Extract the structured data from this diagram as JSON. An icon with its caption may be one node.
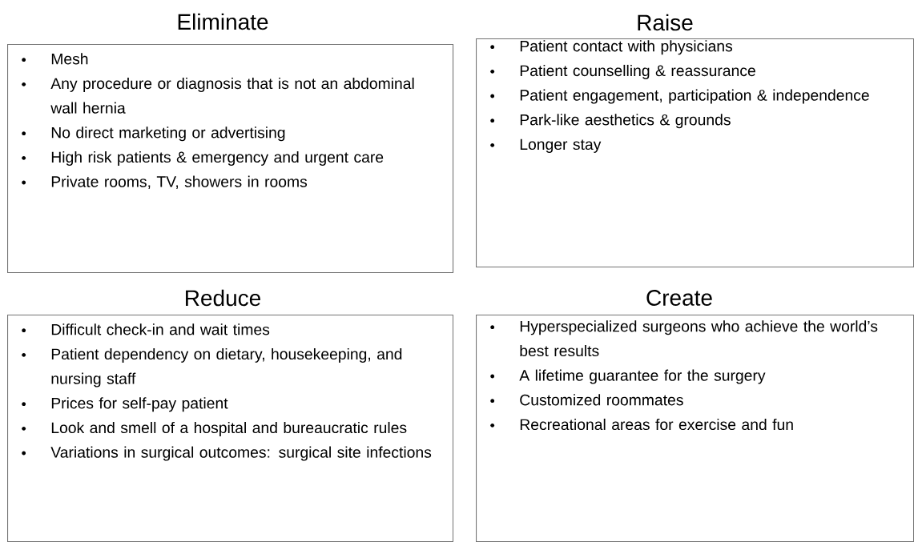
{
  "diagram": {
    "nodes": [
      {
        "text": [
          "Eliminate",
          "Mesh",
          "Any procedure or diagnosis that is not an abdominal wall hernia",
          "No direct marketing or advertising",
          "High risk patients & emergency and urgent care",
          "Private rooms, TV, showers in rooms"
        ]
      },
      {
        "text": [
          "Raise",
          "Patient contact with physicians",
          "Patient counselling & reassurance",
          "Patient engagement, participation & independence",
          "Park-like aesthetics & grounds",
          "Longer stay"
        ]
      },
      {
        "text": [
          "Reduce",
          "Difficult check-in and wait times",
          "Patient dependency on dietary, housekeeping, and nursing staff",
          "Prices for self-pay patient",
          "Look and smell of a hospital and bureaucratic rules",
          "Variations in surgical outcomes: surgical site infections"
        ]
      },
      {
        "text": [
          "Create",
          "Hyperspecialized surgeons who achieve the world’s best results",
          "A lifetime guarantee for the surgery",
          "Customized roommates",
          "Recreational areas for exercise and fun"
        ]
      }
    ]
  }
}
